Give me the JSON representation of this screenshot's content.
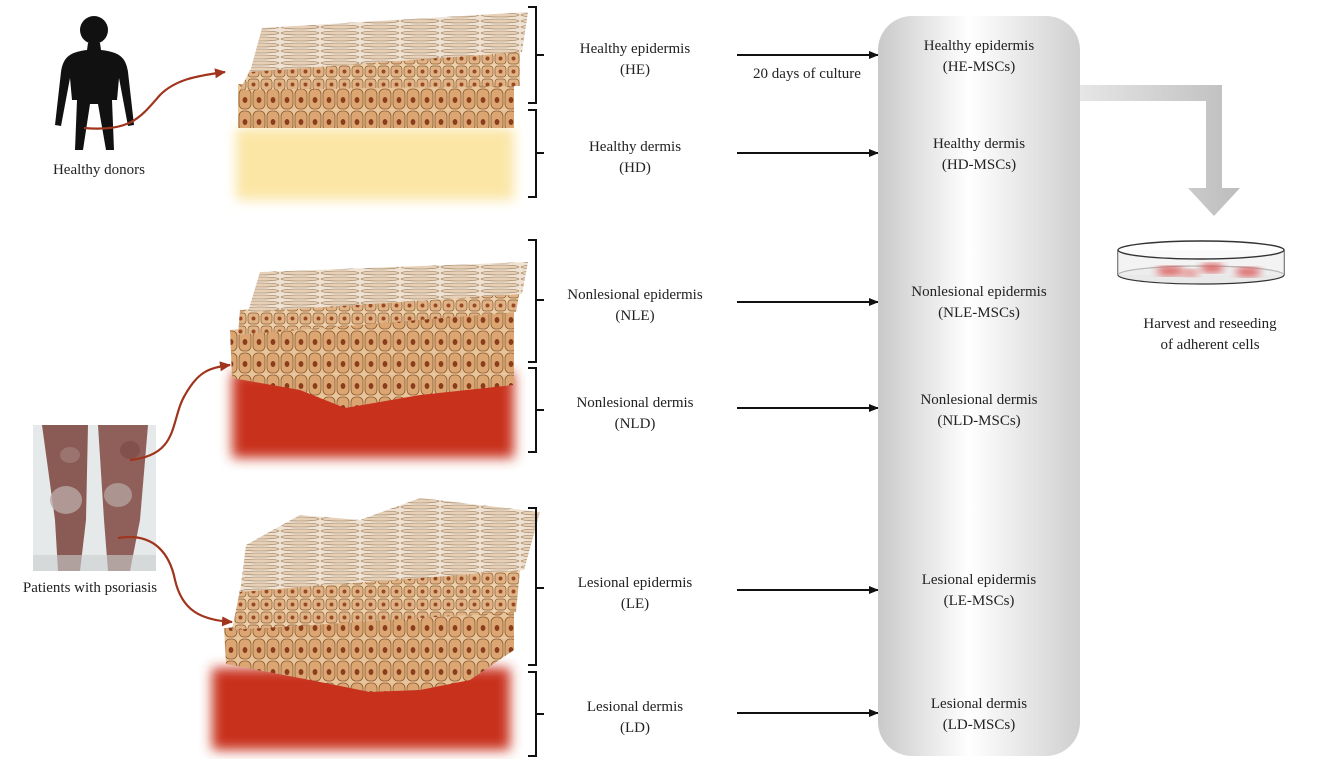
{
  "sources": {
    "healthy": "Healthy donors",
    "patients": "Patients with psoriasis"
  },
  "tissues": [
    {
      "line1": "Healthy epidermis",
      "line2": "(HE)"
    },
    {
      "line1": "Healthy dermis",
      "line2": "(HD)"
    },
    {
      "line1": "Nonlesional epidermis",
      "line2": "(NLE)"
    },
    {
      "line1": "Nonlesional dermis",
      "line2": "(NLD)"
    },
    {
      "line1": "Lesional epidermis",
      "line2": "(LE)"
    },
    {
      "line1": "Lesional dermis",
      "line2": "(LD)"
    }
  ],
  "culture_label": "20 days of culture",
  "mscs": [
    {
      "line1": "Healthy epidermis",
      "line2": "(HE-MSCs)"
    },
    {
      "line1": "Healthy dermis",
      "line2": "(HD-MSCs)"
    },
    {
      "line1": "Nonlesional epidermis",
      "line2": "(NLE-MSCs)"
    },
    {
      "line1": "Nonlesional dermis",
      "line2": "(NLD-MSCs)"
    },
    {
      "line1": "Lesional epidermis",
      "line2": "(LE-MSCs)"
    },
    {
      "line1": "Lesional dermis",
      "line2": "(LD-MSCs)"
    }
  ],
  "harvest": {
    "line1": "Harvest and reseeding",
    "line2": "of adherent cells"
  },
  "colors": {
    "arrow_red": "#a0341c",
    "healthy_dermis": "#fbe6a6",
    "lesional_dermis": "#c8321a",
    "cell": "#d9a26e",
    "column": "#d6d6d6"
  }
}
